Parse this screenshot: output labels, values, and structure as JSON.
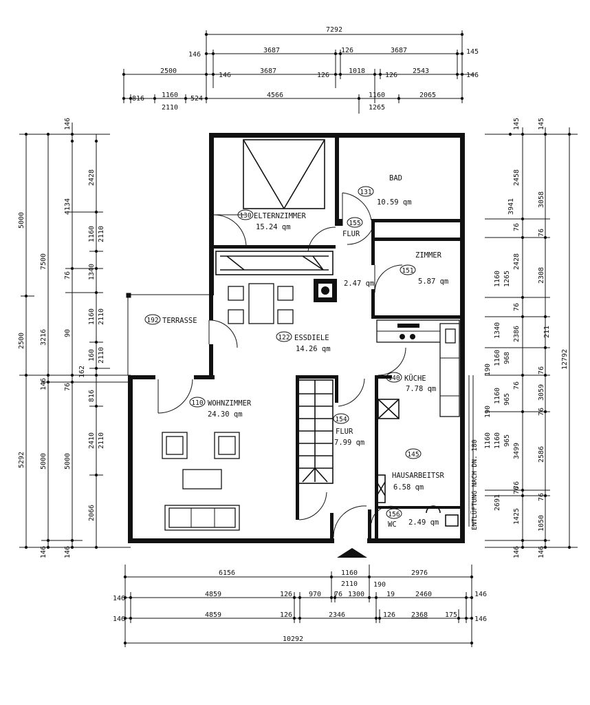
{
  "rooms": {
    "elternzimmer": {
      "num": "130",
      "name": "ELTERNZIMMER",
      "area": "15.24 qm"
    },
    "bad": {
      "num": "131",
      "name": "BAD",
      "area": "10.59 qm"
    },
    "flur_top": {
      "num": "155",
      "name": "FLUR",
      "area": "2.47 qm"
    },
    "zimmer": {
      "num": "151",
      "name": "ZIMMER",
      "area": "5.87 qm"
    },
    "terrasse": {
      "num": "192",
      "name": "TERRASSE"
    },
    "essdiele": {
      "num": "122",
      "name": "ESSDIELE",
      "area": "14.26 qm"
    },
    "kueche": {
      "num": "140",
      "name": "KÜCHE",
      "area": "7.78 qm"
    },
    "wohnzimmer": {
      "num": "110",
      "name": "WOHNZIMMER",
      "area": "24.30 qm"
    },
    "flur": {
      "num": "154",
      "name": "FLUR",
      "area": "7.99 qm"
    },
    "hausarbeitsr": {
      "num": "145",
      "name": "HAUSARBEITSR",
      "area": "6.58 qm"
    },
    "wc": {
      "num": "156",
      "name": "WC",
      "area": "2.49 qm"
    }
  },
  "annotations": {
    "entlueftung": "ENTLÜFTUNG NACH DN. 180"
  },
  "dims": {
    "top_r1": [
      "7292"
    ],
    "top_r2": [
      "146",
      "3687",
      "126",
      "3687",
      "145"
    ],
    "top_r3": [
      "2500",
      "146",
      "3687",
      "126",
      "1018",
      "126",
      "2543",
      "146"
    ],
    "top_r4": [
      "816",
      "1160",
      "2110",
      "524",
      "4566",
      "1160",
      "1265",
      "2065"
    ],
    "bot_r1": [
      "6156",
      "1160",
      "2110",
      "2976"
    ],
    "bot_r2": [
      "146",
      "4859",
      "126",
      "970",
      "76",
      "1300",
      "190",
      "19",
      "2460",
      "146"
    ],
    "bot_r3": [
      "146",
      "4859",
      "126",
      "2346",
      "126",
      "2368",
      "175",
      "146"
    ],
    "bot_r4": [
      "10292"
    ],
    "left_c1": [
      "5000",
      "2500",
      "5292"
    ],
    "left_c2": [
      "7500",
      "3216",
      "146",
      "5000",
      "146"
    ],
    "left_c3": [
      "146",
      "4134",
      "76",
      "90",
      "162",
      "76",
      "5000",
      "146"
    ],
    "left_c4": [
      "2428",
      "1160",
      "2110",
      "1340",
      "1160",
      "2110",
      "160",
      "2110",
      "816",
      "2410",
      "2110",
      "2066"
    ],
    "right_c1": [
      "145",
      "2458",
      "76",
      "2428",
      "1265",
      "76",
      "1340",
      "190",
      "968",
      "76",
      "1160",
      "965",
      "190",
      "1160",
      "965",
      "2691",
      "146"
    ],
    "right_c2": [
      "145",
      "3941",
      "1160",
      "1160",
      "1160",
      "76",
      "1425",
      "76"
    ],
    "right_c3": [
      "3058",
      "76",
      "2308",
      "2386",
      "76",
      "3059",
      "76",
      "3499",
      "2586",
      "76",
      "1050",
      "146"
    ],
    "right_c4": [
      "211",
      "12792"
    ]
  }
}
